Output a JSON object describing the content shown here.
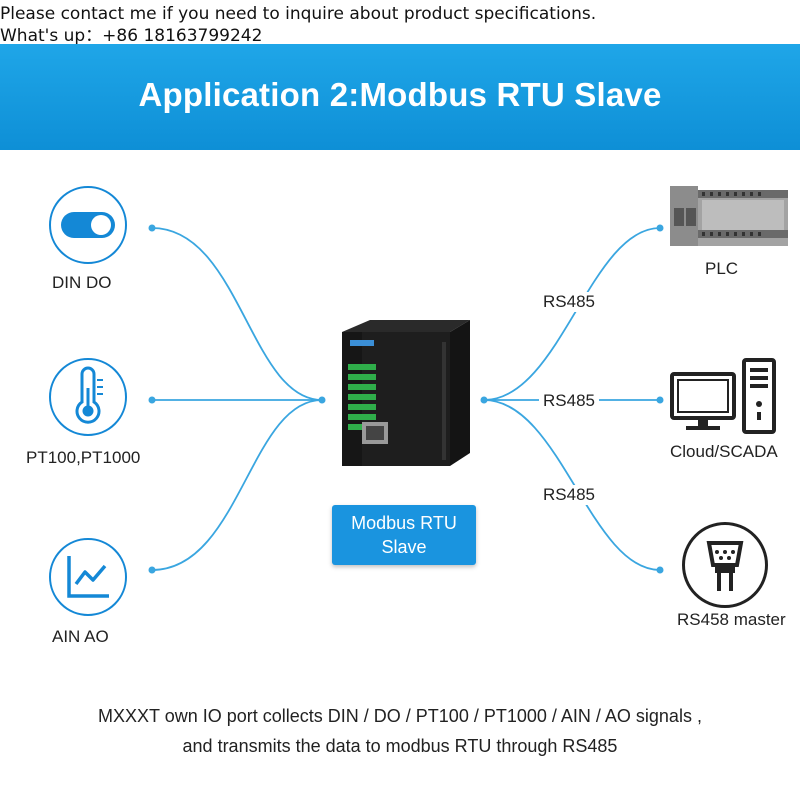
{
  "contact": {
    "line1": "Please contact me if you need to inquire about product specifications.",
    "line2": "What's up：+86 18163799242"
  },
  "banner": {
    "title": "Application 2:Modbus RTU Slave",
    "color": "#1a9ce4"
  },
  "inputs": [
    {
      "label": "DIN DO",
      "icon": "toggle-switch-icon"
    },
    {
      "label": "PT100,PT1000",
      "icon": "thermometer-icon"
    },
    {
      "label": "AIN AO",
      "icon": "line-graph-icon"
    }
  ],
  "device": {
    "line1": "Modbus RTU",
    "line2": "Slave",
    "icon": "io-module-device-icon"
  },
  "links": [
    {
      "label": "RS485"
    },
    {
      "label": "RS485"
    },
    {
      "label": "RS485"
    }
  ],
  "outputs": [
    {
      "label": "PLC",
      "icon": "plc-icon"
    },
    {
      "label": "Cloud/SCADA",
      "icon": "computer-icon"
    },
    {
      "label": "RS458 master",
      "icon": "serial-connector-icon"
    }
  ],
  "footer": {
    "line1": "MXXXT own IO port collects DIN / DO / PT100 / PT1000 / AIN / AO signals ,",
    "line2": "and transmits the data to modbus RTU through RS485"
  },
  "colors": {
    "wire": "#3aa6e0",
    "accent": "#1488d6"
  }
}
